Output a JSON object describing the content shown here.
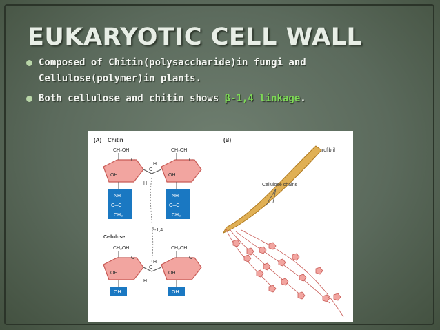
{
  "title": "EUKARYOTIC CELL WALL",
  "bullets": [
    {
      "text": "Composed of Chitin(polysaccharide)in fungi and Cellulose(polymer)in plants."
    },
    {
      "pre": "Both cellulose and chitin shows ",
      "highlight": "β-1,4 linkage",
      "post": "."
    }
  ],
  "figure": {
    "panel_a_label": "(A)",
    "chitin_label": "Chitin",
    "cellulose_label": "Cellulose",
    "ch2oh": "CH₂OH",
    "oh": "OH",
    "h": "H",
    "o": "O",
    "nh": "NH",
    "oc": "O═C",
    "ch3": "CH₃",
    "linkage_label": "β-1,4",
    "panel_b_label": "(B)",
    "microfibril_label": "Microfibril",
    "chains_label": "Cellulose chains"
  },
  "colors": {
    "highlight": "#7ed957",
    "ring_fill": "#f2a5a0",
    "ring_stroke": "#c85a55",
    "blue_box": "#1a78c2"
  }
}
